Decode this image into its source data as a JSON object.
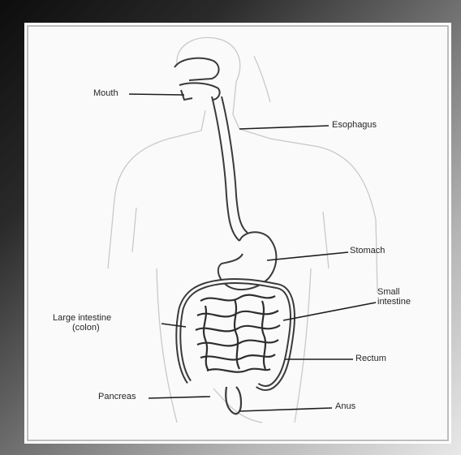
{
  "diagram": {
    "labels": {
      "mouth": "Mouth",
      "esophagus": "Esophagus",
      "stomach": "Stomach",
      "small_intestine_line1": "Small",
      "small_intestine_line2": "intestine",
      "large_intestine_line1": "Large intestine",
      "large_intestine_line2": "(colon)",
      "rectum": "Rectum",
      "pancreas": "Pancreas",
      "anus": "Anus"
    }
  }
}
